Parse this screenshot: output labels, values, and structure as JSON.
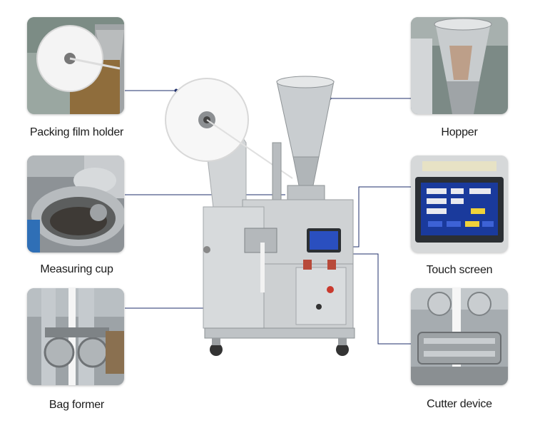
{
  "colors": {
    "line": "#1f2f6b",
    "steel": "#c4c8cb",
    "steel_dark": "#8e9396"
  },
  "callouts": [
    {
      "id": "packing-film-holder",
      "label": "Packing film holder"
    },
    {
      "id": "measuring-cup",
      "label": "Measuring cup"
    },
    {
      "id": "bag-former",
      "label": "Bag former"
    },
    {
      "id": "hopper",
      "label": "Hopper"
    },
    {
      "id": "touch-screen",
      "label": "Touch screen"
    },
    {
      "id": "cutter-device",
      "label": "Cutter device"
    }
  ]
}
